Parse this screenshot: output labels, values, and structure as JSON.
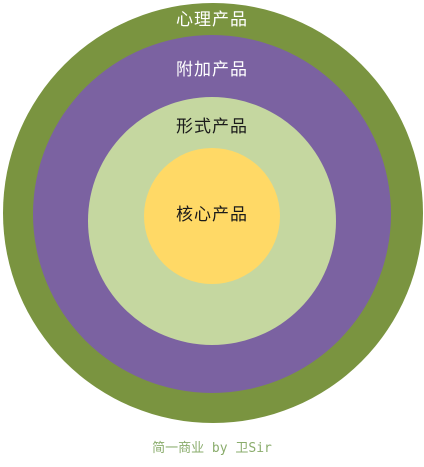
{
  "diagram": {
    "rings": [
      {
        "id": "psychological",
        "label": "心理产品",
        "fill": "#7a9440",
        "text_color": "#ffffff"
      },
      {
        "id": "added",
        "label": "附加产品",
        "fill": "#7b62a1",
        "text_color": "#ffffff"
      },
      {
        "id": "formal",
        "label": "形式产品",
        "fill": "#c5d7a0",
        "text_color": "#1a1a1a"
      },
      {
        "id": "core",
        "label": "核心产品",
        "fill": "#ffd966",
        "text_color": "#1a1a1a"
      }
    ]
  },
  "caption": {
    "text": "简一商业 by 卫Sir",
    "color": "#8aac6c"
  }
}
